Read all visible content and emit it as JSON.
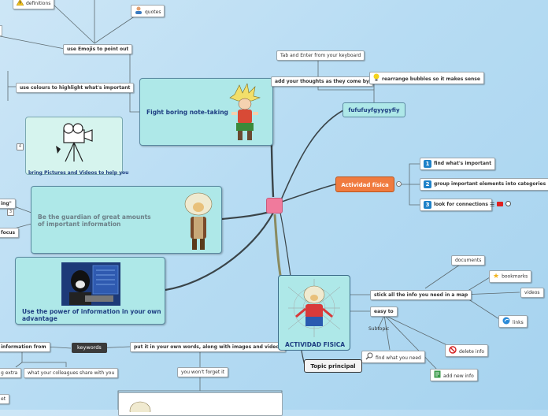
{
  "map": {
    "central_color": "#f07a9c",
    "orange_topic": "Actividad física",
    "topics": {
      "fight": "Fight boring note-taking",
      "guardian": "Be the guardian of great amounts of important information",
      "power": "Use the power of information in your own advantage",
      "actividad": "ACTIVIDAD FISICA",
      "fufu": "fufufuyfgyygyfiy",
      "principal": "Topic principal"
    },
    "leaves": {
      "definitions": "definitions",
      "quotes": "quotes",
      "emojis": "use Emojis to point out",
      "colours": "use colours to highlight what's important",
      "pictures": "bring Pictures and Videos to help you",
      "tab_enter": "Tab and Enter from your keyboard",
      "thoughts": "add your thoughts as they come by",
      "rearrange": "rearrange bubbles so it makes sense",
      "find_important": "find what's important",
      "group": "group important elements into categories",
      "connections": "look for connections",
      "documents": "documents",
      "bookmarks": "bookmarks",
      "stick": "stick all the info you need in a map",
      "videos": "videos",
      "links": "links",
      "easy": "easy to",
      "subtopic": "Subtopic",
      "delete": "delete info",
      "find_need": "find what you need",
      "add_new": "add new info",
      "keywords": "keywords",
      "own_words": "put it in your own words, along with images and videos",
      "forget": "you won't forget it",
      "info_from": "information from",
      "extra": "g extra",
      "colleagues": "what your colleagues share with you",
      "ing": "ing\"",
      "focus": "focus",
      "et": "et"
    },
    "badges": {
      "b4": "4",
      "b3": "3"
    }
  }
}
